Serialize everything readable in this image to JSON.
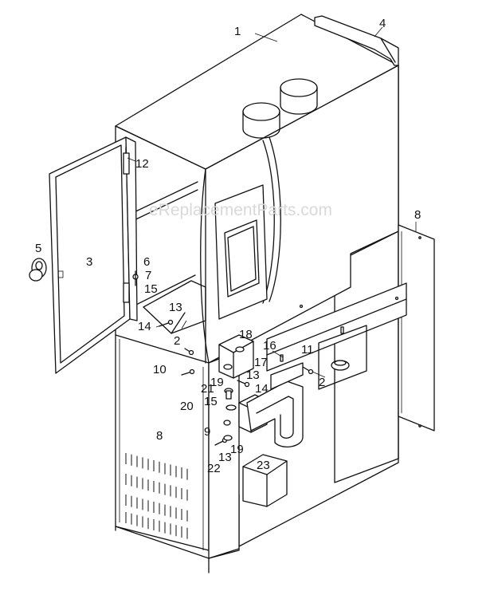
{
  "watermark": "eReplacementParts.com",
  "callouts": {
    "c1": "1",
    "c2a": "2",
    "c2b": "2",
    "c3": "3",
    "c4": "4",
    "c5": "5",
    "c6": "6",
    "c7": "7",
    "c8a": "8",
    "c8b": "8",
    "c9": "9",
    "c10": "10",
    "c11": "11",
    "c12": "12",
    "c13a": "13",
    "c13b": "13",
    "c13c": "13",
    "c14a": "14",
    "c14b": "14",
    "c15a": "15",
    "c15b": "15",
    "c16": "16",
    "c17": "17",
    "c18": "18",
    "c19a": "19",
    "c19b": "19",
    "c20": "20",
    "c21": "21",
    "c22": "22",
    "c23": "23"
  }
}
